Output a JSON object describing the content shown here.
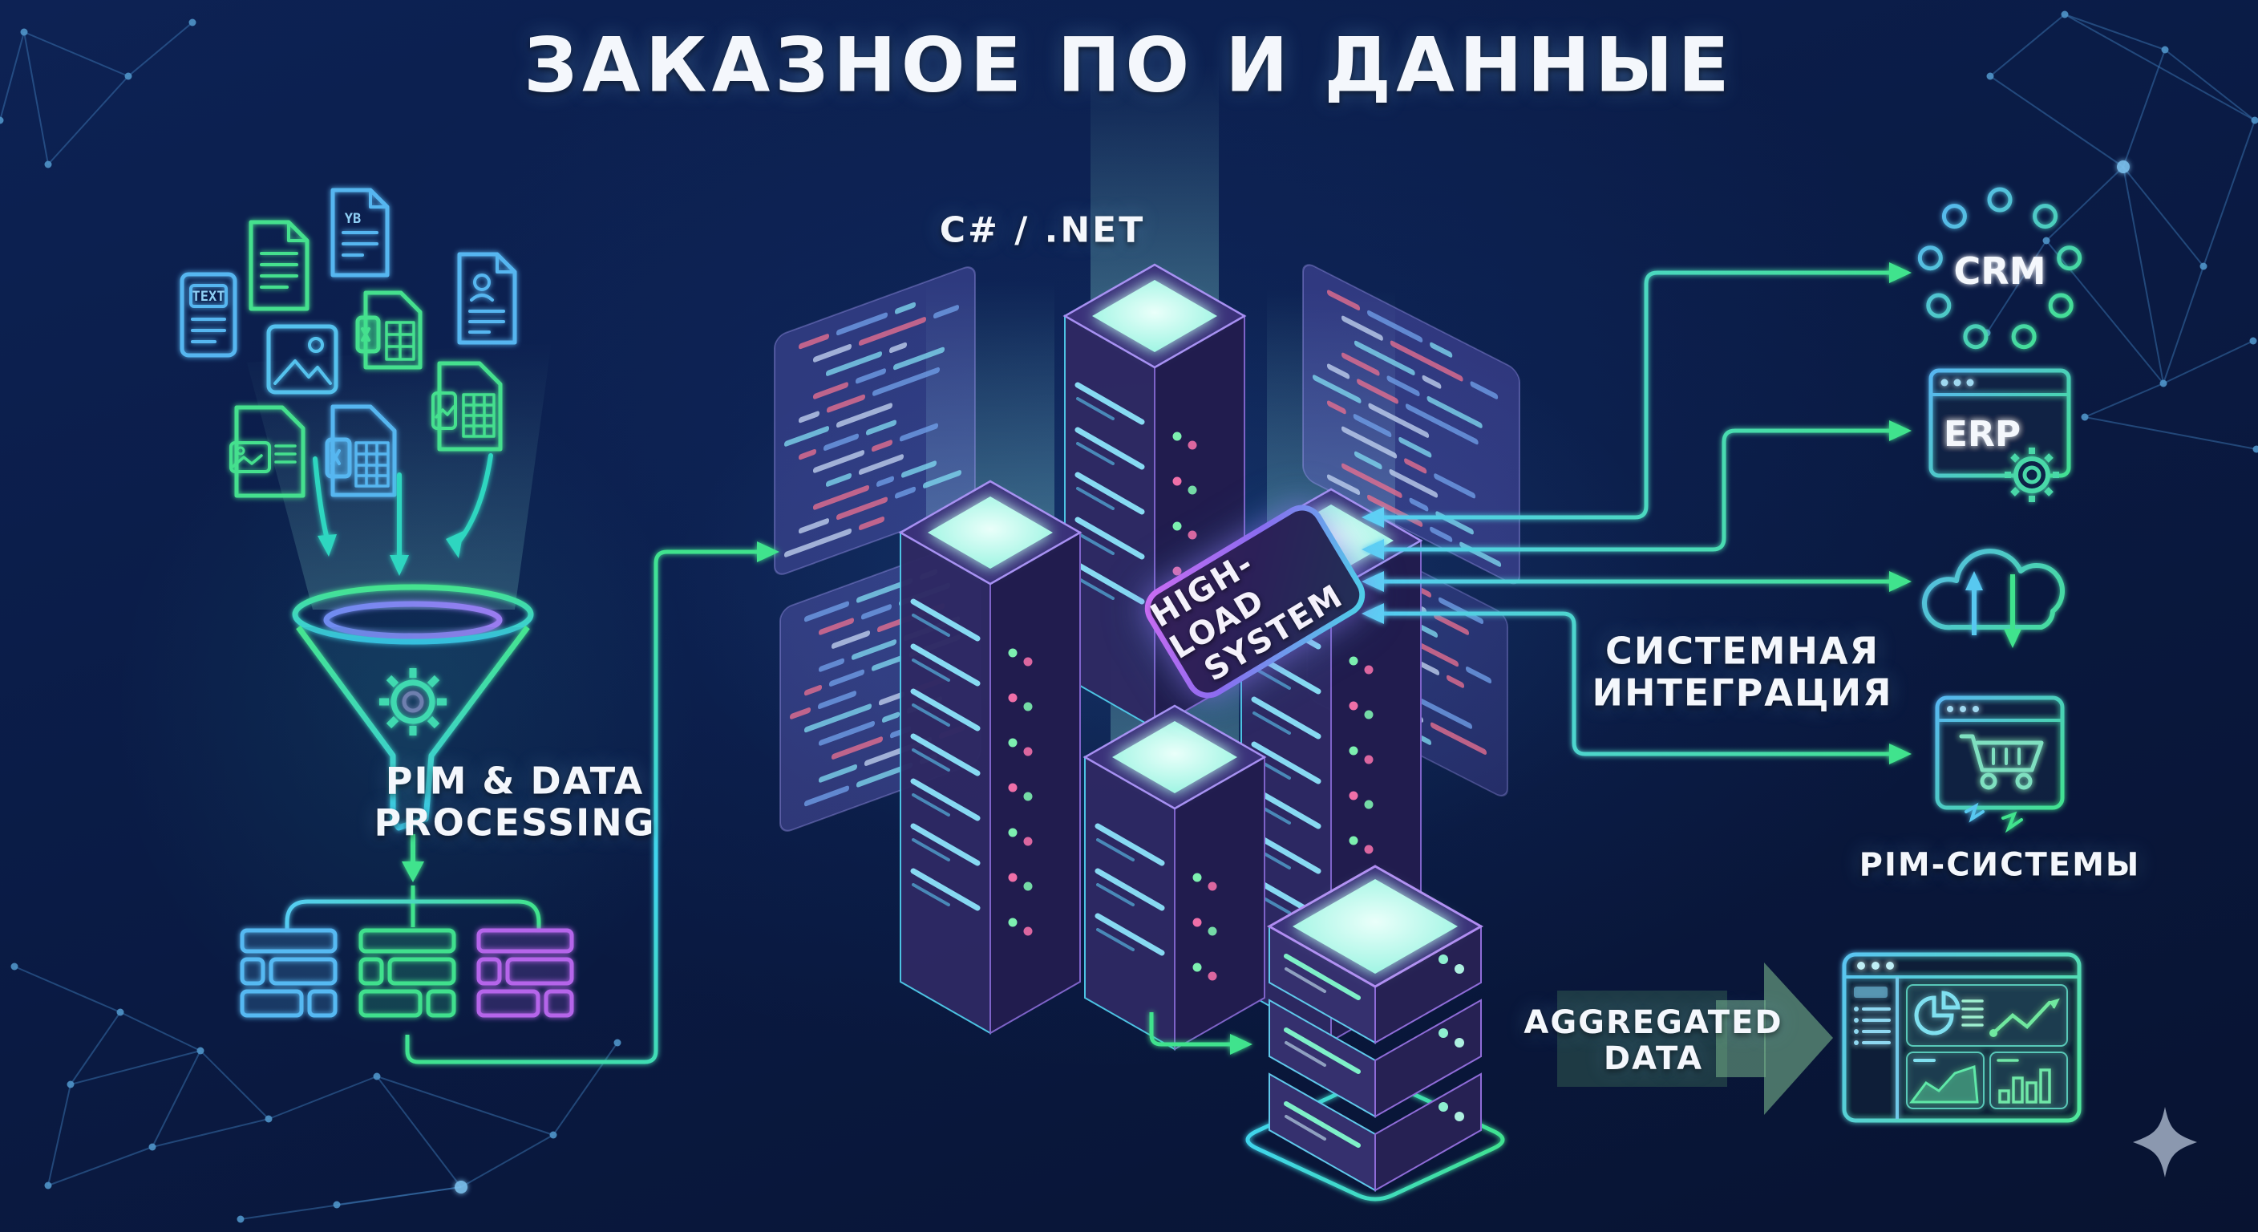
{
  "title": "ЗАКАЗНОЕ ПО И ДАННЫЕ",
  "colors": {
    "background": "#0a1b45",
    "neon_green": "#41e38d",
    "neon_cyan": "#3fd4f0",
    "neon_blue": "#57b6f0",
    "neon_purple": "#b06ae8",
    "mint_glow": "#aef7e8",
    "text": "#f4f7fc"
  },
  "left_flow": {
    "source_icons": [
      "text-document",
      "lines-document",
      "yb-document",
      "profile-document",
      "image-file",
      "spreadsheet-green-file",
      "image-spreadsheet-file",
      "image-text-document",
      "spreadsheet-blue-file"
    ],
    "file_badges": {
      "text": "TEXT",
      "yb": "YB"
    },
    "funnel_icon": "funnel-with-gear",
    "process_label": {
      "line1": "PIM & DATA",
      "line2": "PROCESSING"
    },
    "data_block_groups": [
      "blue",
      "green",
      "purple"
    ]
  },
  "center": {
    "tech_label": "C# / .NET",
    "badge": {
      "line1": "HIGH-LOAD",
      "line2": "SYSTEM"
    },
    "servers_icon": "four-isometric-server-towers",
    "code_panel_count": 4
  },
  "right_flow": {
    "integration_label": {
      "line1": "СИСТЕМНАЯ",
      "line2": "ИНТЕГРАЦИЯ"
    },
    "targets": [
      {
        "label": "CRM",
        "icon": "crm-dotted-circle"
      },
      {
        "label": "ERP",
        "icon": "erp-window-gear"
      },
      {
        "label": "",
        "icon": "cloud-sync"
      },
      {
        "label": "PIM-СИСТЕМЫ",
        "icon": "ecommerce-cart-window"
      }
    ]
  },
  "bottom_flow": {
    "database_icon": "isometric-database-stack",
    "aggregated_label": {
      "line1": "AGGREGATED",
      "line2": "DATA"
    },
    "dashboard_icon": "analytics-dashboard-window",
    "sparkle_icon": "four-point-sparkle"
  }
}
